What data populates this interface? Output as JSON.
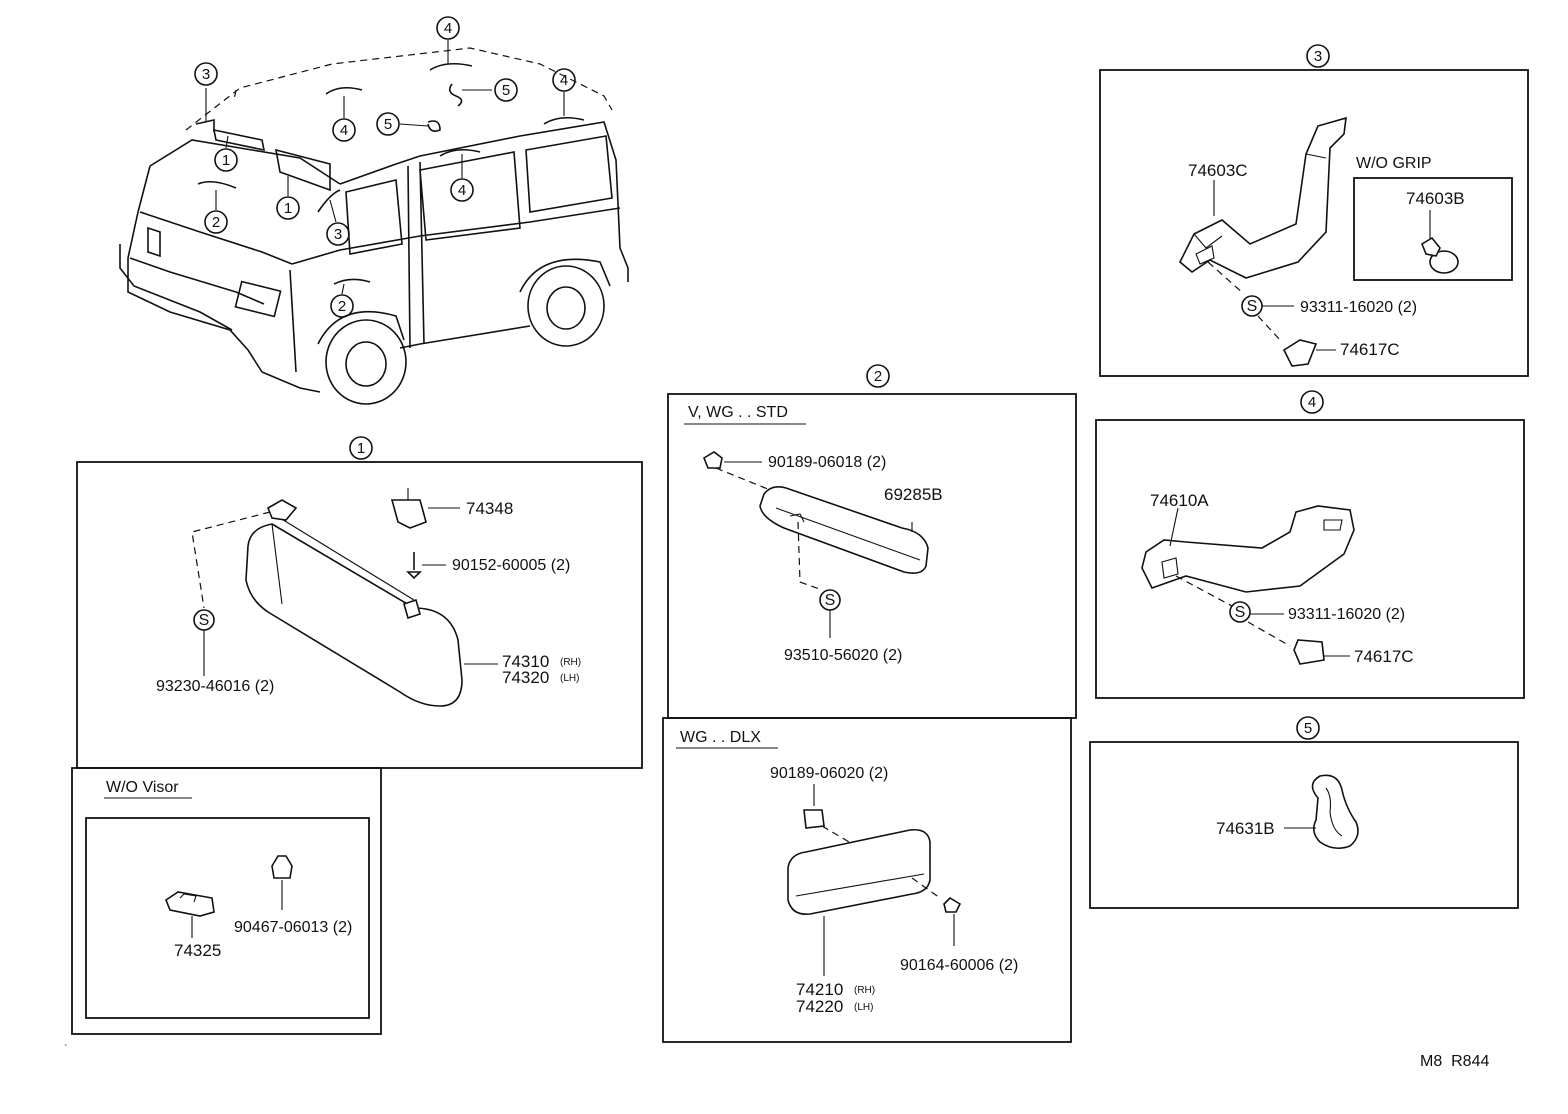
{
  "callouts": {
    "c1": "1",
    "c2": "2",
    "c3": "3",
    "c4": "4",
    "c5": "5"
  },
  "sections": {
    "visor": {
      "number": "1",
      "parts": {
        "retainer": "74348",
        "screw": "90152-60005 (2)",
        "s_clip": "93230-46016 (2)",
        "visor_rh": "74310",
        "visor_rh_tag": "(RH)",
        "visor_lh": "74320",
        "visor_lh_tag": "(LH)"
      },
      "sub": {
        "title": "W/O Visor",
        "holder": "74325",
        "clip": "90467-06013 (2)"
      }
    },
    "grip_front": {
      "number": "2",
      "std": {
        "title": "V, WG . . STD",
        "nut": "90189-06018 (2)",
        "grip": "69285B",
        "s_clip": "93510-56020 (2)"
      },
      "dlx": {
        "title": "WG . . DLX",
        "nut": "90189-06020 (2)",
        "screw": "90164-60006 (2)",
        "grip_rh": "74210",
        "grip_rh_tag": "(RH)",
        "grip_lh": "74220",
        "grip_lh_tag": "(LH)"
      }
    },
    "assist_grip": {
      "number": "3",
      "grip": "74603C",
      "s_clip": "93311-16020 (2)",
      "cover": "74617C",
      "sub": {
        "title": "W/O GRIP",
        "plug": "74603B"
      }
    },
    "roof_grip": {
      "number": "4",
      "grip": "74610A",
      "s_clip": "93311-16020 (2)",
      "cover": "74617C"
    },
    "hook": {
      "number": "5",
      "hook": "74631B"
    }
  },
  "footer_code": "M8  R844",
  "symbols": {
    "s": "S"
  }
}
